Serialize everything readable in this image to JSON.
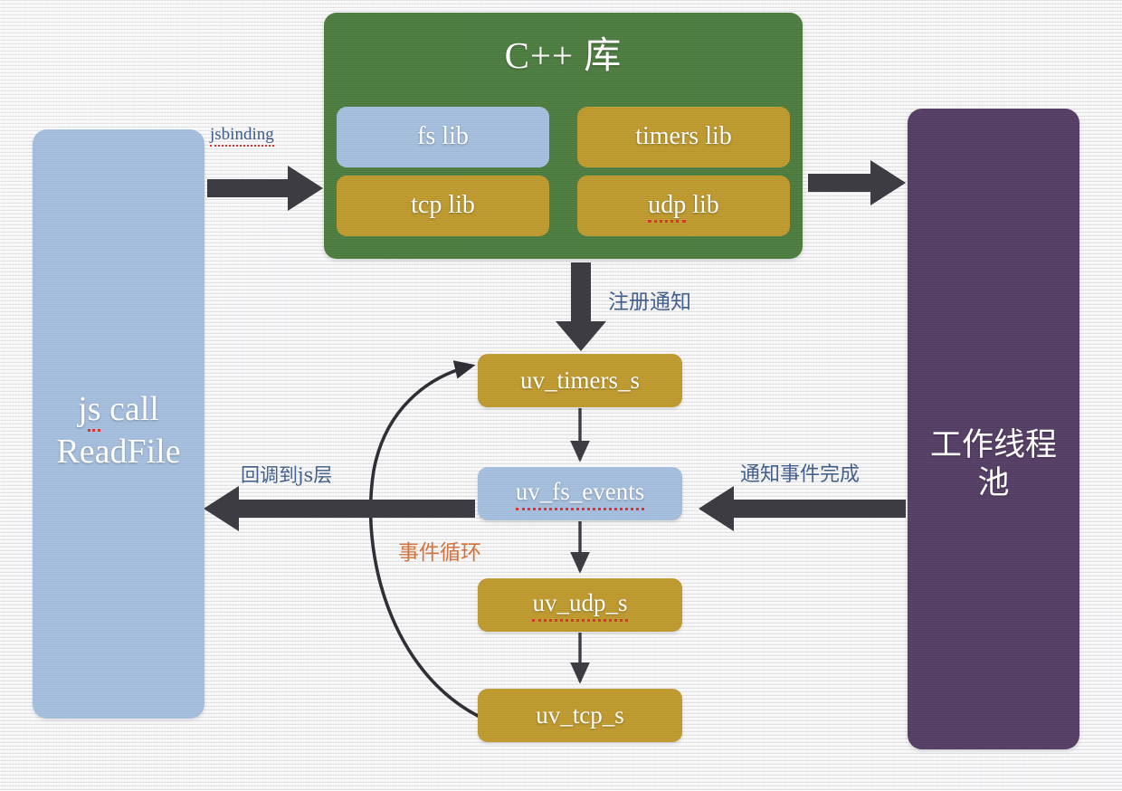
{
  "diagram": {
    "title": "Node.js libuv event loop architecture",
    "background_color": "#eeeeee",
    "arrow_color": "#3c3c42"
  },
  "js_layer": {
    "name": "js-layer-box",
    "color": "#a6c0e0",
    "line1_prefix": "j",
    "line1_underlined": "s",
    "line1_suffix": " call",
    "line2": "ReadFile"
  },
  "cpp_library": {
    "name": "cpp-library-group",
    "color": "#4b7c3e",
    "title": "C++ 库",
    "libs": [
      {
        "label": "fs lib",
        "color": "#a6c0e0",
        "underlined": ""
      },
      {
        "label": "timers lib",
        "color": "#c09a2c",
        "underlined": ""
      },
      {
        "label": "tcp lib",
        "color": "#c09a2c",
        "underlined": ""
      },
      {
        "label": "udp lib",
        "color": "#c09a2c",
        "underlined": "udp"
      }
    ],
    "udp_lib_prefix": "",
    "udp_lib_underlined": "udp",
    "udp_lib_suffix": " lib"
  },
  "worker_pool": {
    "name": "worker-thread-pool-box",
    "color": "#543c63",
    "line1": "工作线程",
    "line2": "池"
  },
  "event_loop_handles": [
    {
      "id": "uv_timers_s",
      "label": "uv_timers_s",
      "color": "#c09a2c",
      "underlined": ""
    },
    {
      "id": "uv_fs_events",
      "label": "uv_fs_events",
      "color": "#a6c0e0",
      "underlined": "uv_fs_events"
    },
    {
      "id": "uv_udp_s",
      "label": "uv_udp_s",
      "color": "#c09a2c",
      "underlined": "uv_udp_s"
    },
    {
      "id": "uv_tcp_s",
      "label": "uv_tcp_s",
      "color": "#c09a2c",
      "underlined": ""
    }
  ],
  "handles": {
    "timers_label": "uv_timers_s",
    "fs_label": "uv_fs_events",
    "udp_label": "uv_udp_s",
    "tcp_label": "uv_tcp_s"
  },
  "labels": {
    "jsbinding": "jsbinding",
    "register_notify": "注册通知",
    "callback_to_js": "回调到js层",
    "notify_event_done": "通知事件完成",
    "event_loop": "事件循环"
  },
  "arrows": [
    {
      "name": "js-to-cpp-arrow",
      "from": "js-layer-box",
      "to": "cpp-library-group",
      "direction": "right",
      "label": "jsbinding"
    },
    {
      "name": "cpp-to-pool-arrow",
      "from": "cpp-library-group",
      "to": "worker-thread-pool-box",
      "direction": "right",
      "label": ""
    },
    {
      "name": "cpp-to-timers-arrow",
      "from": "cpp-library-group",
      "to": "uv_timers_s",
      "direction": "down",
      "label": "注册通知"
    },
    {
      "name": "timers-to-fs-arrow",
      "from": "uv_timers_s",
      "to": "uv_fs_events",
      "direction": "down",
      "label": ""
    },
    {
      "name": "fs-to-udp-arrow",
      "from": "uv_fs_events",
      "to": "uv_udp_s",
      "direction": "down",
      "label": ""
    },
    {
      "name": "udp-to-tcp-arrow",
      "from": "uv_udp_s",
      "to": "uv_tcp_s",
      "direction": "down",
      "label": ""
    },
    {
      "name": "tcp-to-timers-loop-arrow",
      "from": "uv_tcp_s",
      "to": "uv_timers_s",
      "direction": "curve-up",
      "label": "事件循环"
    },
    {
      "name": "pool-to-fs-arrow",
      "from": "worker-thread-pool-box",
      "to": "uv_fs_events",
      "direction": "left",
      "label": "通知事件完成"
    },
    {
      "name": "fs-to-js-arrow",
      "from": "uv_fs_events",
      "to": "js-layer-box",
      "direction": "left",
      "label": "回调到js层"
    }
  ]
}
